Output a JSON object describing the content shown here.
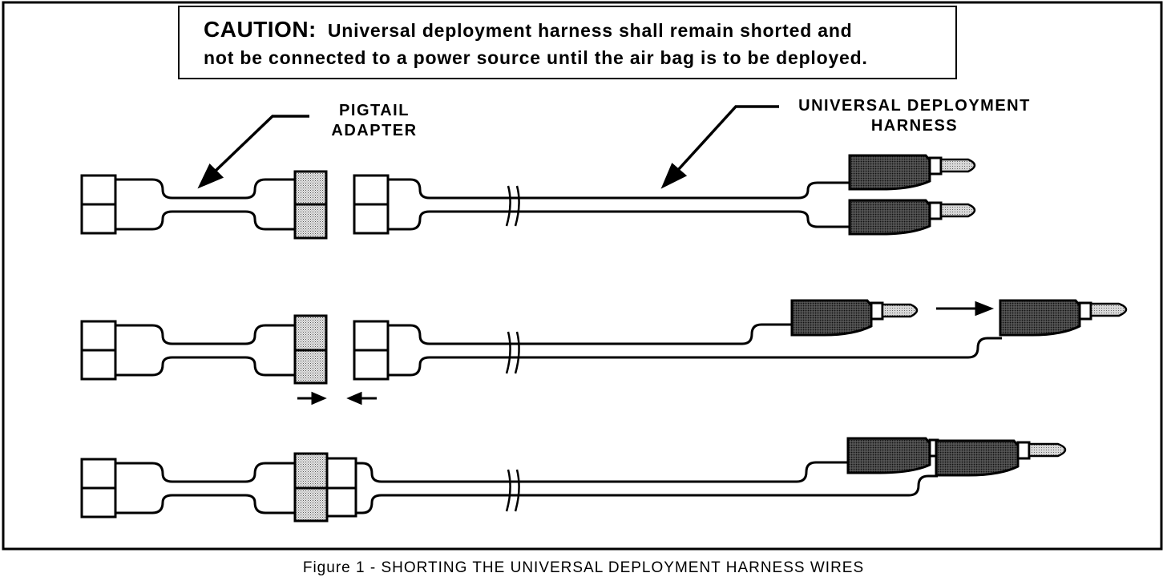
{
  "caution": {
    "label": "CAUTION:",
    "line1": "Universal deployment harness shall remain shorted and",
    "line2": "not be connected to a power source until the air bag is to be deployed."
  },
  "labels": {
    "pigtail_line1": "PIGTAIL",
    "pigtail_line2": "ADAPTER",
    "harness_line1": "UNIVERSAL DEPLOYMENT",
    "harness_line2": "HARNESS"
  },
  "caption": "Figure 1 - SHORTING THE UNIVERSAL DEPLOYMENT HARNESS WIRES",
  "colors": {
    "ink": "#000000",
    "background": "#ffffff",
    "plug_body": "#3a3a3a",
    "pin_fill": "#c8c8c8",
    "connector_fill": "#d2d2d2"
  }
}
